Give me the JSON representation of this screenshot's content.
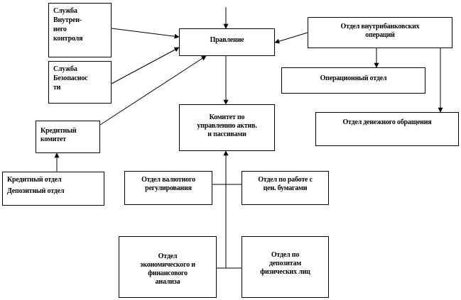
{
  "diagram": {
    "nodes": {
      "sluzhba_vnutr": "Служба\nВнутрен-\nнего\nконтроля",
      "sluzhba_bezop": "Служба\nБезопаснос\nти",
      "pravlenie": "Правление",
      "otdel_vnutri": "Отдел внутрибанковских\nопераций",
      "oper": "Операционный отдел",
      "denezh": "Отдел денежного обращения",
      "kredit_komitet": "Кредитный\nкомитет",
      "komitet_aktiv": "Комитет по\nуправлению актив.\nи пассивами",
      "kredit_otdel": "Кредитный отдел\nДепозитный отдел",
      "valut": "Отдел валютного\nрегулирования",
      "cen_bumagi": "Отдел по работе с\nцен. бумагами",
      "ekonom": "Отдел\nэкономического и\nфинансового\nанализа",
      "depozit_fiz": "Отдел по\nдепозитам\nфизических лиц"
    }
  }
}
